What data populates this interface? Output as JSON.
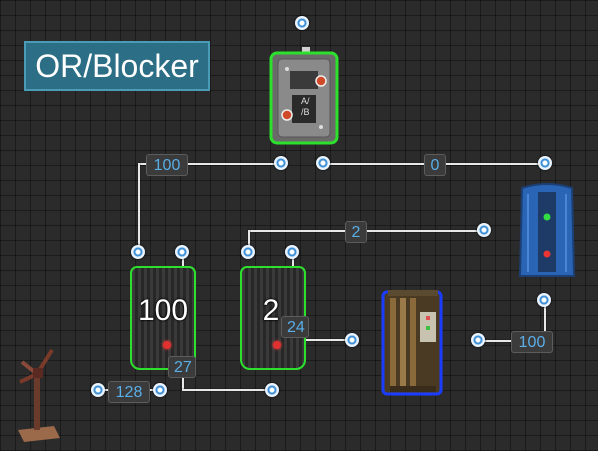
{
  "title": "OR/Blocker",
  "labels": {
    "top_left": "100",
    "top_right": "0",
    "mid": "2",
    "battery1": "100",
    "battery2": "2",
    "wire_24": "24",
    "wire_27": "27",
    "windmill_out": "128",
    "right_bottom": "100"
  },
  "gate": {
    "glyph_top": "A/",
    "glyph_bottom": "/B"
  },
  "colors": {
    "selected_outline": "#2ee02e",
    "blue_selection": "#1a3cff",
    "label_text": "#5aaee8",
    "port_ring": "#3c8fd6"
  }
}
